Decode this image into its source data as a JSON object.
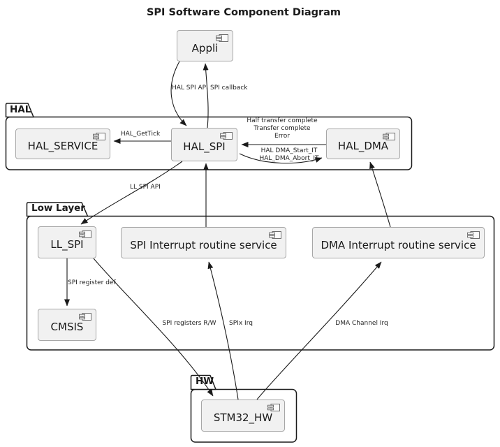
{
  "title": "SPI Software Component Diagram",
  "packages": {
    "hal": {
      "label": "HAL"
    },
    "low_layer": {
      "label": "Low Layer"
    },
    "hw": {
      "label": "HW"
    }
  },
  "components": {
    "appli": {
      "label": "Appli"
    },
    "hal_service": {
      "label": "HAL_SERVICE"
    },
    "hal_spi": {
      "label": "HAL_SPI"
    },
    "hal_dma": {
      "label": "HAL_DMA"
    },
    "ll_spi": {
      "label": "LL_SPI"
    },
    "spi_irq_service": {
      "label": "SPI Interrupt routine service"
    },
    "dma_irq_service": {
      "label": "DMA Interrupt routine service"
    },
    "cmsis": {
      "label": "CMSIS"
    },
    "stm32_hw": {
      "label": "STM32_HW"
    }
  },
  "edges": {
    "hal_spi_api": {
      "label": "HAL SPI API",
      "from": "Appli",
      "to": "HAL_SPI"
    },
    "spi_callback": {
      "label": "SPI callback",
      "from": "HAL_SPI",
      "to": "Appli"
    },
    "hal_gettick": {
      "label": "HAL_GetTick",
      "from": "HAL_SPI",
      "to": "HAL_SERVICE"
    },
    "dma_events": {
      "label": "Half transfer complete\nTransfer complete\nError",
      "from": "HAL_DMA",
      "to": "HAL_SPI"
    },
    "dma_start_abort": {
      "label": "HAL DMA_Start_IT\nHAL_DMA_Abort_IT",
      "from": "HAL_SPI",
      "to": "HAL_DMA"
    },
    "ll_spi_api": {
      "label": "LL SPI API",
      "from": "HAL_SPI",
      "to": "LL_SPI"
    },
    "spi_register_def": {
      "label": "SPI register def",
      "from": "LL_SPI",
      "to": "CMSIS"
    },
    "spi_registers_rw": {
      "label": "SPI registers R/W",
      "from": "LL_SPI",
      "to": "STM32_HW"
    },
    "spix_irq": {
      "label": "SPIx Irq",
      "from": "STM32_HW",
      "to": "SPI Interrupt routine service"
    },
    "dma_channel_irq": {
      "label": "DMA Channel Irq",
      "from": "STM32_HW",
      "to": "DMA Interrupt routine service"
    },
    "spi_irq_to_hal": {
      "label": "",
      "from": "SPI Interrupt routine service",
      "to": "HAL_SPI"
    },
    "dma_irq_to_hal": {
      "label": "",
      "from": "DMA Interrupt routine service",
      "to": "HAL_DMA"
    }
  },
  "colors": {
    "box_fill": "#f1f1f1",
    "box_border": "#a7a7a7",
    "package_border": "#1a1a1a",
    "line": "#1a1a1a",
    "text": "#1a1a1a"
  }
}
